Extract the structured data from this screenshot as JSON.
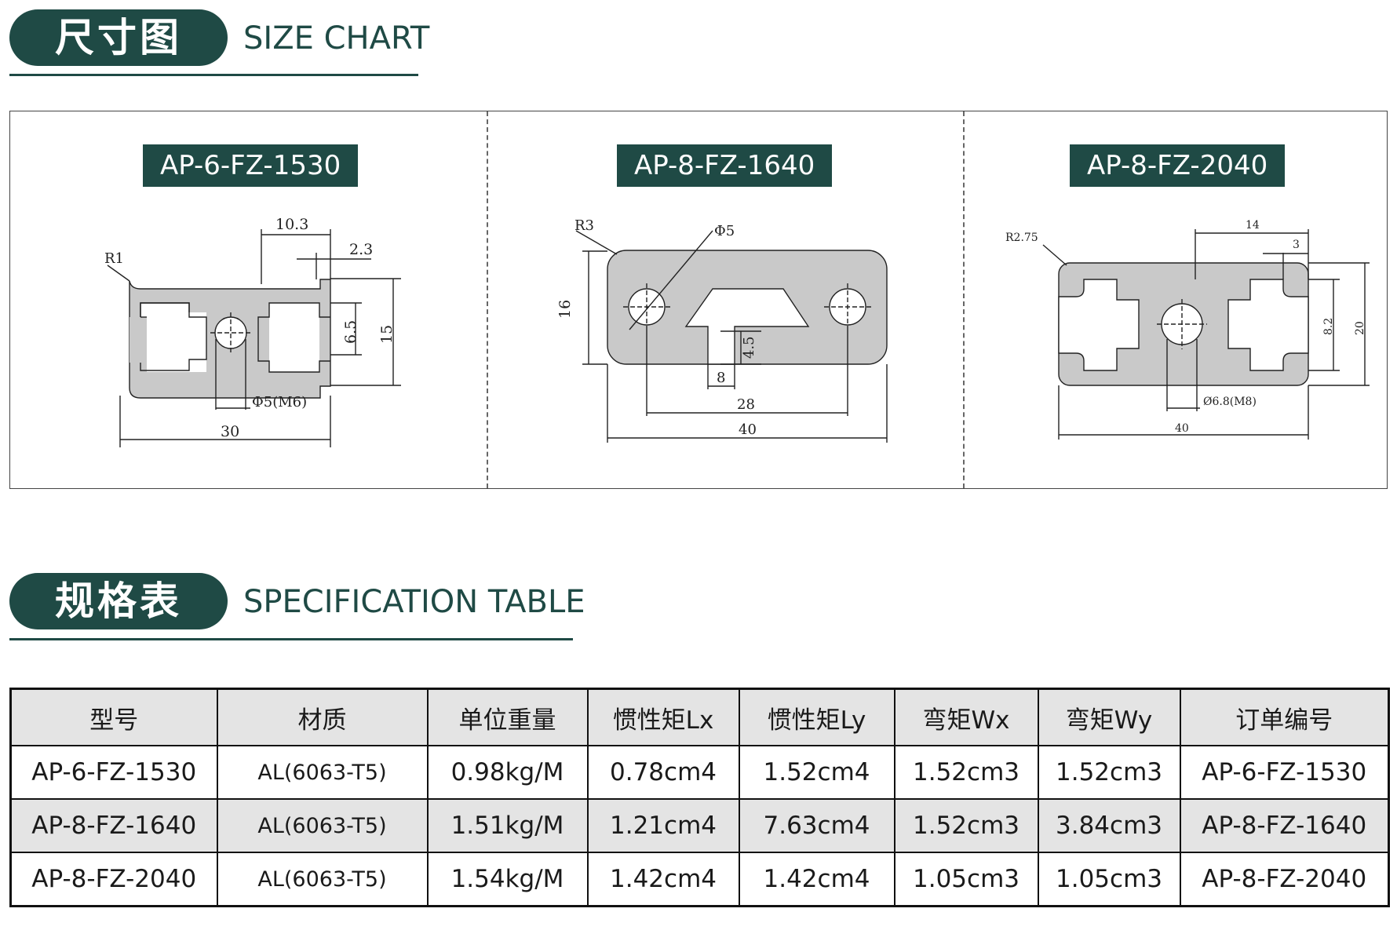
{
  "size_chart": {
    "title_cn": "尺寸图",
    "title_en": "SIZE CHART",
    "panels": [
      {
        "label": "AP-6-FZ-1530",
        "dims": {
          "r": "R1",
          "w_top": "10.3",
          "lip": "2.3",
          "slot": "6.5",
          "height": "15",
          "hole": "Φ5(M6)",
          "width": "30"
        }
      },
      {
        "label": "AP-8-FZ-1640",
        "dims": {
          "r": "R3",
          "hole": "Φ5",
          "height": "16",
          "stem": "4.5",
          "stem_w": "8",
          "pitch": "28",
          "width": "40"
        }
      },
      {
        "label": "AP-8-FZ-2040",
        "dims": {
          "r": "R2.75",
          "w_top": "14",
          "lip": "3",
          "slot": "8.2",
          "height": "20",
          "hole": "Ø6.8(M8)",
          "width": "40"
        }
      }
    ]
  },
  "spec_table": {
    "title_cn": "规格表",
    "title_en": "SPECIFICATION TABLE",
    "headers": [
      "型号",
      "材质",
      "单位重量",
      "惯性矩Lx",
      "惯性矩Ly",
      "弯矩Wx",
      "弯矩Wy",
      "订单编号"
    ],
    "rows": [
      [
        "AP-6-FZ-1530",
        "AL(6063-T5)",
        "0.98kg/M",
        "0.78cm4",
        "1.52cm4",
        "1.52cm3",
        "1.52cm3",
        "AP-6-FZ-1530"
      ],
      [
        "AP-8-FZ-1640",
        "AL(6063-T5)",
        "1.51kg/M",
        "1.21cm4",
        "7.63cm4",
        "1.52cm3",
        "3.84cm3",
        "AP-8-FZ-1640"
      ],
      [
        "AP-8-FZ-2040",
        "AL(6063-T5)",
        "1.54kg/M",
        "1.42cm4",
        "1.42cm4",
        "1.05cm3",
        "1.05cm3",
        "AP-8-FZ-2040"
      ]
    ]
  },
  "colors": {
    "brand": "#1f4a45",
    "profile_fill": "#c9c9c9",
    "row_alt": "#e4e4e4"
  }
}
